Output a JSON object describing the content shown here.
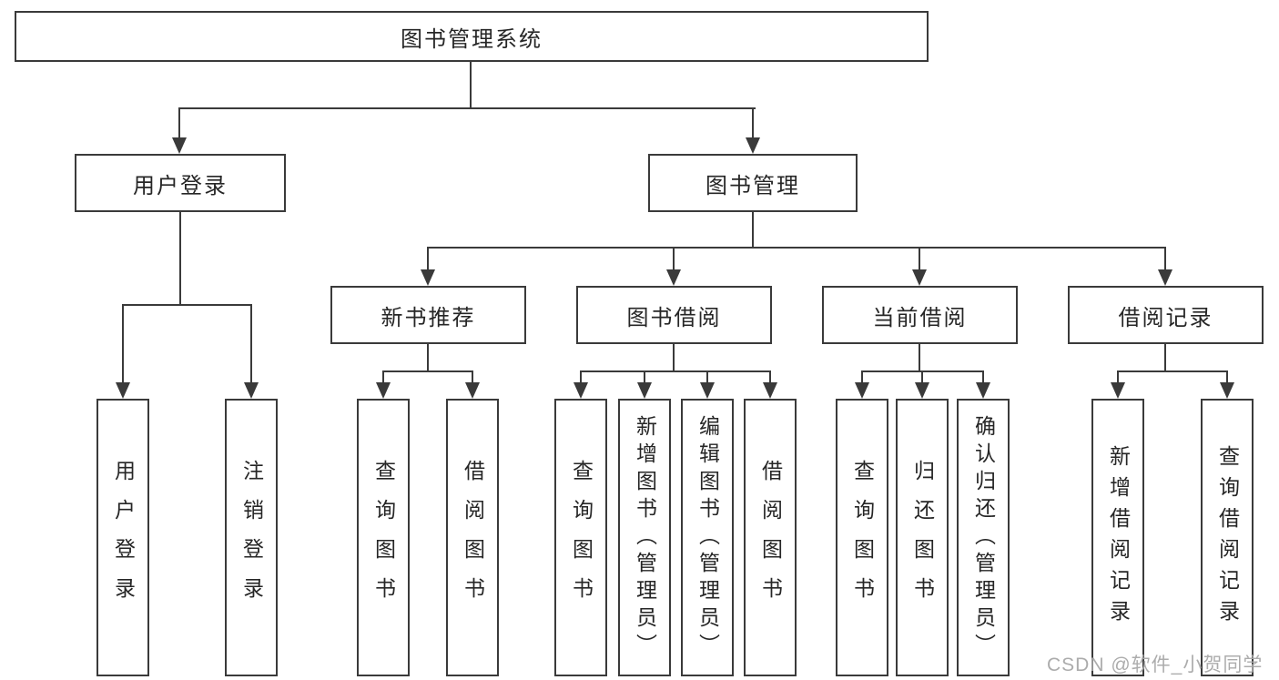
{
  "diagram": {
    "root": {
      "label": "图书管理系统",
      "children": [
        {
          "label": "用户登录",
          "children": [
            {
              "label": "用户登录"
            },
            {
              "label": "注销登录"
            }
          ]
        },
        {
          "label": "图书管理",
          "children": [
            {
              "label": "新书推荐",
              "children": [
                {
                  "label": "查询图书"
                },
                {
                  "label": "借阅图书"
                }
              ]
            },
            {
              "label": "图书借阅",
              "children": [
                {
                  "label": "查询图书"
                },
                {
                  "label": "新增图书（管理员）"
                },
                {
                  "label": "编辑图书（管理员）"
                },
                {
                  "label": "借阅图书"
                }
              ]
            },
            {
              "label": "当前借阅",
              "children": [
                {
                  "label": "查询图书"
                },
                {
                  "label": "归还图书"
                },
                {
                  "label": "确认归还（管理员）"
                }
              ]
            },
            {
              "label": "借阅记录",
              "children": [
                {
                  "label": "新增借阅记录"
                },
                {
                  "label": "查询借阅记录"
                }
              ]
            }
          ]
        }
      ]
    },
    "watermark": "CSDN @软件_小贺同学",
    "colors": {
      "line": "#3a3a3a",
      "text": "#262626",
      "watermark": "#b0b0b0",
      "background": "#ffffff"
    }
  }
}
